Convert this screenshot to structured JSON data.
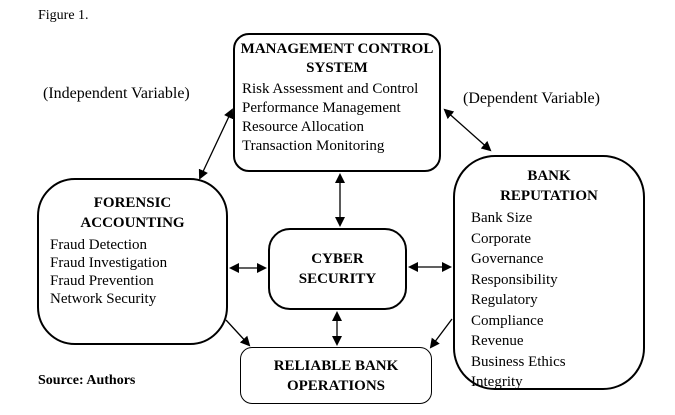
{
  "figure_label": "Figure 1.",
  "source_label": "Source: Authors",
  "annotations": {
    "independent_variable": "(Independent Variable)",
    "dependent_variable": "(Dependent Variable)"
  },
  "boxes": {
    "management_control_system": {
      "title": "MANAGEMENT CONTROL SYSTEM",
      "items": [
        "Risk Assessment and Control",
        "Performance Management",
        "Resource Allocation",
        "Transaction Monitoring"
      ]
    },
    "forensic_accounting": {
      "title": "FORENSIC ACCOUNTING",
      "items": [
        "Fraud Detection",
        "Fraud Investigation",
        "Fraud Prevention",
        "Network Security"
      ]
    },
    "bank_reputation": {
      "title": "BANK REPUTATION",
      "items": [
        "Bank Size",
        "Corporate",
        "Governance",
        "Responsibility",
        "Regulatory",
        "Compliance",
        "Revenue",
        "Business Ethics",
        "Integrity"
      ]
    },
    "cyber_security": {
      "title": "CYBER SECURITY"
    },
    "reliable_bank_operations": {
      "title": "RELIABLE BANK OPERATIONS"
    }
  },
  "edges": [
    {
      "from": "forensic_accounting",
      "to": "management_control_system",
      "bidirectional": true
    },
    {
      "from": "management_control_system",
      "to": "bank_reputation",
      "bidirectional": true
    },
    {
      "from": "management_control_system",
      "to": "cyber_security",
      "bidirectional": true
    },
    {
      "from": "forensic_accounting",
      "to": "cyber_security",
      "bidirectional": true
    },
    {
      "from": "cyber_security",
      "to": "bank_reputation",
      "bidirectional": true
    },
    {
      "from": "cyber_security",
      "to": "reliable_bank_operations",
      "bidirectional": true
    },
    {
      "from": "forensic_accounting",
      "to": "reliable_bank_operations",
      "bidirectional": false
    },
    {
      "from": "bank_reputation",
      "to": "reliable_bank_operations",
      "bidirectional": false
    }
  ],
  "colors": {
    "background": "#ffffff",
    "line": "#000000",
    "text": "#000000"
  }
}
